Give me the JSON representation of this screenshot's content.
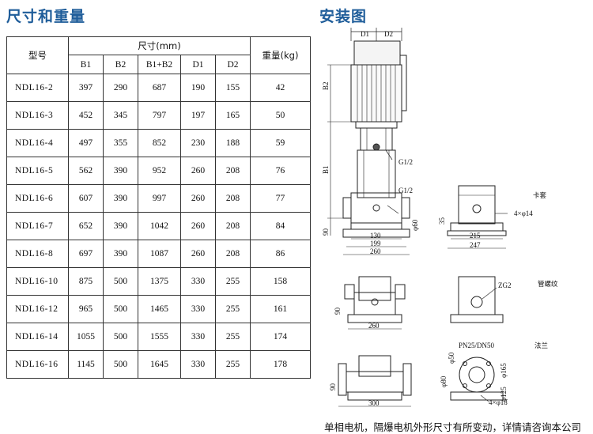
{
  "sections": {
    "dimensions_title": "尺寸和重量",
    "installation_title": "安装图"
  },
  "table": {
    "header_model": "型号",
    "header_size": "尺寸(mm)",
    "header_weight": "重量(kg)",
    "subheaders": [
      "B1",
      "B2",
      "B1+B2",
      "D1",
      "D2"
    ],
    "rows": [
      [
        "NDL16-2",
        "397",
        "290",
        "687",
        "190",
        "155",
        "42"
      ],
      [
        "NDL16-3",
        "452",
        "345",
        "797",
        "197",
        "165",
        "50"
      ],
      [
        "NDL16-4",
        "497",
        "355",
        "852",
        "230",
        "188",
        "59"
      ],
      [
        "NDL16-5",
        "562",
        "390",
        "952",
        "260",
        "208",
        "76"
      ],
      [
        "NDL16-6",
        "607",
        "390",
        "997",
        "260",
        "208",
        "77"
      ],
      [
        "NDL16-7",
        "652",
        "390",
        "1042",
        "260",
        "208",
        "84"
      ],
      [
        "NDL16-8",
        "697",
        "390",
        "1087",
        "260",
        "208",
        "86"
      ],
      [
        "NDL16-10",
        "875",
        "500",
        "1375",
        "330",
        "255",
        "158"
      ],
      [
        "NDL16-12",
        "965",
        "500",
        "1465",
        "330",
        "255",
        "161"
      ],
      [
        "NDL16-14",
        "1055",
        "500",
        "1555",
        "330",
        "255",
        "174"
      ],
      [
        "NDL16-16",
        "1145",
        "500",
        "1645",
        "330",
        "255",
        "178"
      ]
    ]
  },
  "drawing": {
    "dim_d1": "D1",
    "dim_d2": "D2",
    "dim_b2": "B2",
    "dim_b1": "B1",
    "g_half_top": "G1/2",
    "g_half_mid": "G1/2",
    "dim_90_a": "90",
    "dim_130": "130",
    "dim_199": "199",
    "dim_260_a": "260",
    "dim_phi60": "φ60",
    "clamp_label": "卡套",
    "dim_35": "35",
    "dim_4x14": "4×φ14",
    "dim_215": "215",
    "dim_247": "247",
    "dim_90_b": "90",
    "dim_260_b": "260",
    "zg2": "ZG2",
    "thread_label": "管螺纹",
    "flange_label": "法兰",
    "pn_label": "PN25/DN50",
    "dim_90_c": "90",
    "dim_300": "300",
    "dim_phi50": "φ50",
    "dim_phi80": "φ80",
    "dim_phi165": "φ165",
    "dim_phi125": "φ125",
    "dim_4x18": "4×φ18"
  },
  "note": "单相电机，隔爆电机外形尺寸有所变动，详情请咨询本公司"
}
